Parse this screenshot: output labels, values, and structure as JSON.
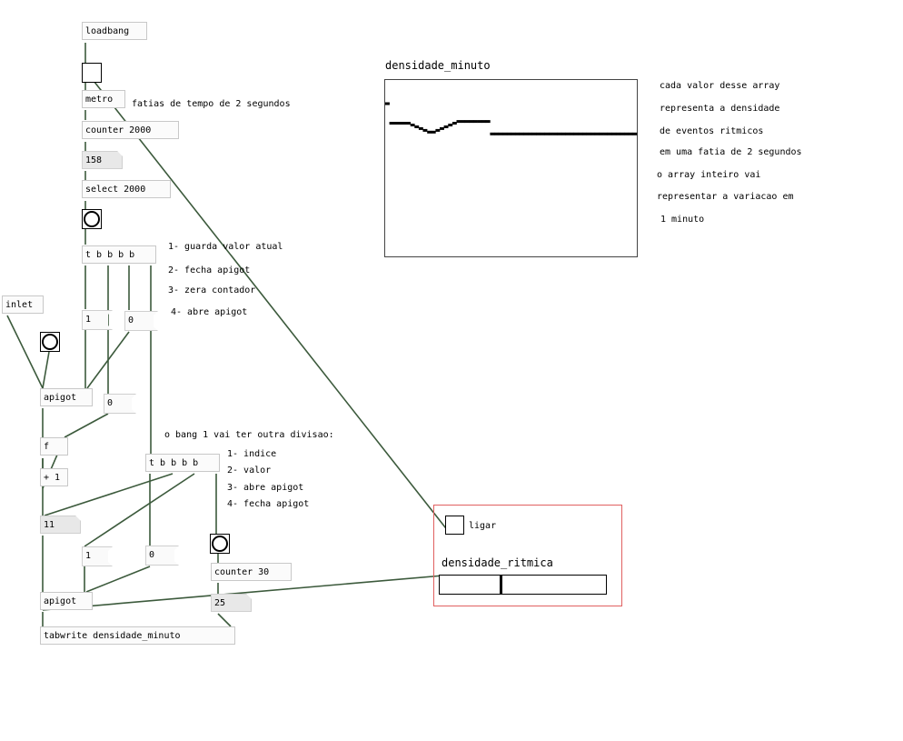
{
  "objects": {
    "loadbang": "loadbang",
    "metro": "metro",
    "counter2000": "counter 2000",
    "select2000": "select 2000",
    "tbbbb1": "t b b b b",
    "inlet": "inlet",
    "apigot1": "apigot",
    "f": "f",
    "plus1": "+ 1",
    "tbbbb2": "t b b b b",
    "apigot2": "apigot",
    "counter30": "counter 30",
    "tabwrite": "tabwrite densidade_minuto"
  },
  "numbers": {
    "n158": "158",
    "n11": "11",
    "n25": "25"
  },
  "messages": {
    "m1a": "1",
    "m0a": "0",
    "m0b": "0",
    "m1b": "1",
    "m0c": "0"
  },
  "comments": {
    "fatias": "fatias de tempo de 2 segundos",
    "c1": "1- guarda valor atual",
    "c2": "2- fecha apigot",
    "c3": "3- zera contador",
    "c4": "4- abre apigot",
    "obang": "o bang 1 vai ter outra divisao:",
    "d1": "1- indice",
    "d2": "2- valor",
    "d3": "3- abre apigot",
    "d4": "4- fecha apigot",
    "r1": "cada valor desse array",
    "r2": "representa a densidade",
    "r3": "de eventos ritmicos",
    "r4": "em uma fatia de 2 segundos",
    "r5": "o array inteiro vai",
    "r6": "representar a variacao em",
    "r7": "1 minuto"
  },
  "array": {
    "name": "densidade_minuto",
    "values": [
      0.87,
      0.76,
      0.76,
      0.76,
      0.76,
      0.76,
      0.75,
      0.74,
      0.73,
      0.72,
      0.71,
      0.71,
      0.72,
      0.73,
      0.74,
      0.75,
      0.76,
      0.77,
      0.77,
      0.77,
      0.77,
      0.77,
      0.77,
      0.77,
      0.77,
      0.7,
      0.7,
      0.7,
      0.7,
      0.7,
      0.7,
      0.7,
      0.7,
      0.7,
      0.7,
      0.7,
      0.7,
      0.7,
      0.7,
      0.7,
      0.7,
      0.7,
      0.7,
      0.7,
      0.7,
      0.7,
      0.7,
      0.7,
      0.7,
      0.7,
      0.7,
      0.7,
      0.7,
      0.7,
      0.7,
      0.7,
      0.7,
      0.7,
      0.7,
      0.7
    ]
  },
  "gop": {
    "toggle_label": "ligar",
    "slider_label": "densidade_ritmica",
    "slider_value": 0.36,
    "border_color": "#e06060"
  },
  "colors": {
    "wire": "#3c5a3c"
  }
}
